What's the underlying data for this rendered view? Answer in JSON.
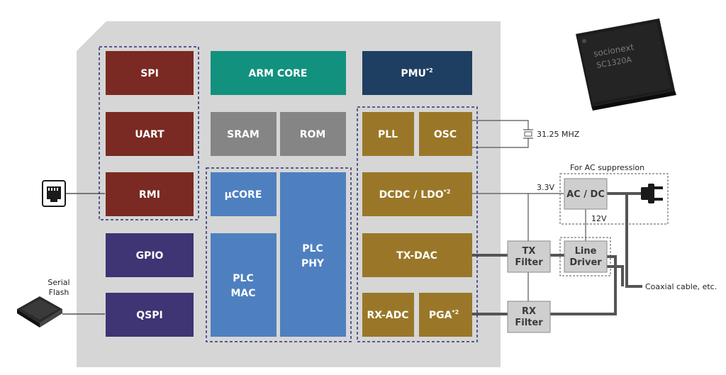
{
  "colors": {
    "chip_bg": "#d6d6d6",
    "red": "#7a2a22",
    "teal": "#12917f",
    "navy": "#1e3f62",
    "gray": "#858585",
    "gold": "#9a7728",
    "blue": "#4e80c0",
    "purple": "#3f3474",
    "dashed": "#2a3078",
    "wire": "#555555"
  },
  "blocks": {
    "spi": "SPI",
    "uart": "UART",
    "rmi": "RMI",
    "gpio": "GPIO",
    "qspi": "QSPI",
    "arm_core": "ARM CORE",
    "pmu": "PMU",
    "pmu_note": "*2",
    "sram": "SRAM",
    "rom": "ROM",
    "ucore": "µCORE",
    "plc_mac_1": "PLC",
    "plc_mac_2": "MAC",
    "plc_phy_1": "PLC",
    "plc_phy_2": "PHY",
    "pll": "PLL",
    "osc": "OSC",
    "dcdc": "DCDC / LDO",
    "dcdc_note": "*2",
    "tx_dac": "TX-DAC",
    "rx_adc": "RX-ADC",
    "pga": "PGA",
    "pga_note": "*2"
  },
  "external": {
    "crystal_freq": "31.25 MHZ",
    "ac_suppression": "For AC suppression",
    "v33": "3.3V",
    "ac_dc": "AC / DC",
    "v12": "12V",
    "tx_filter_1": "TX",
    "tx_filter_2": "Filter",
    "line_driver_1": "Line",
    "line_driver_2": "Driver",
    "rx_filter_1": "RX",
    "rx_filter_2": "Filter",
    "coax": "Coaxial cable, etc.",
    "serial_flash_1": "Serial",
    "serial_flash_2": "Flash"
  },
  "chip_photo": {
    "brand": "socionext",
    "model": "SC1320A"
  },
  "icons": {
    "ethernet": "ethernet-port-icon",
    "power_plug": "power-plug-icon",
    "crystal": "crystal-oscillator-icon",
    "flash_chip": "flash-chip-icon"
  }
}
